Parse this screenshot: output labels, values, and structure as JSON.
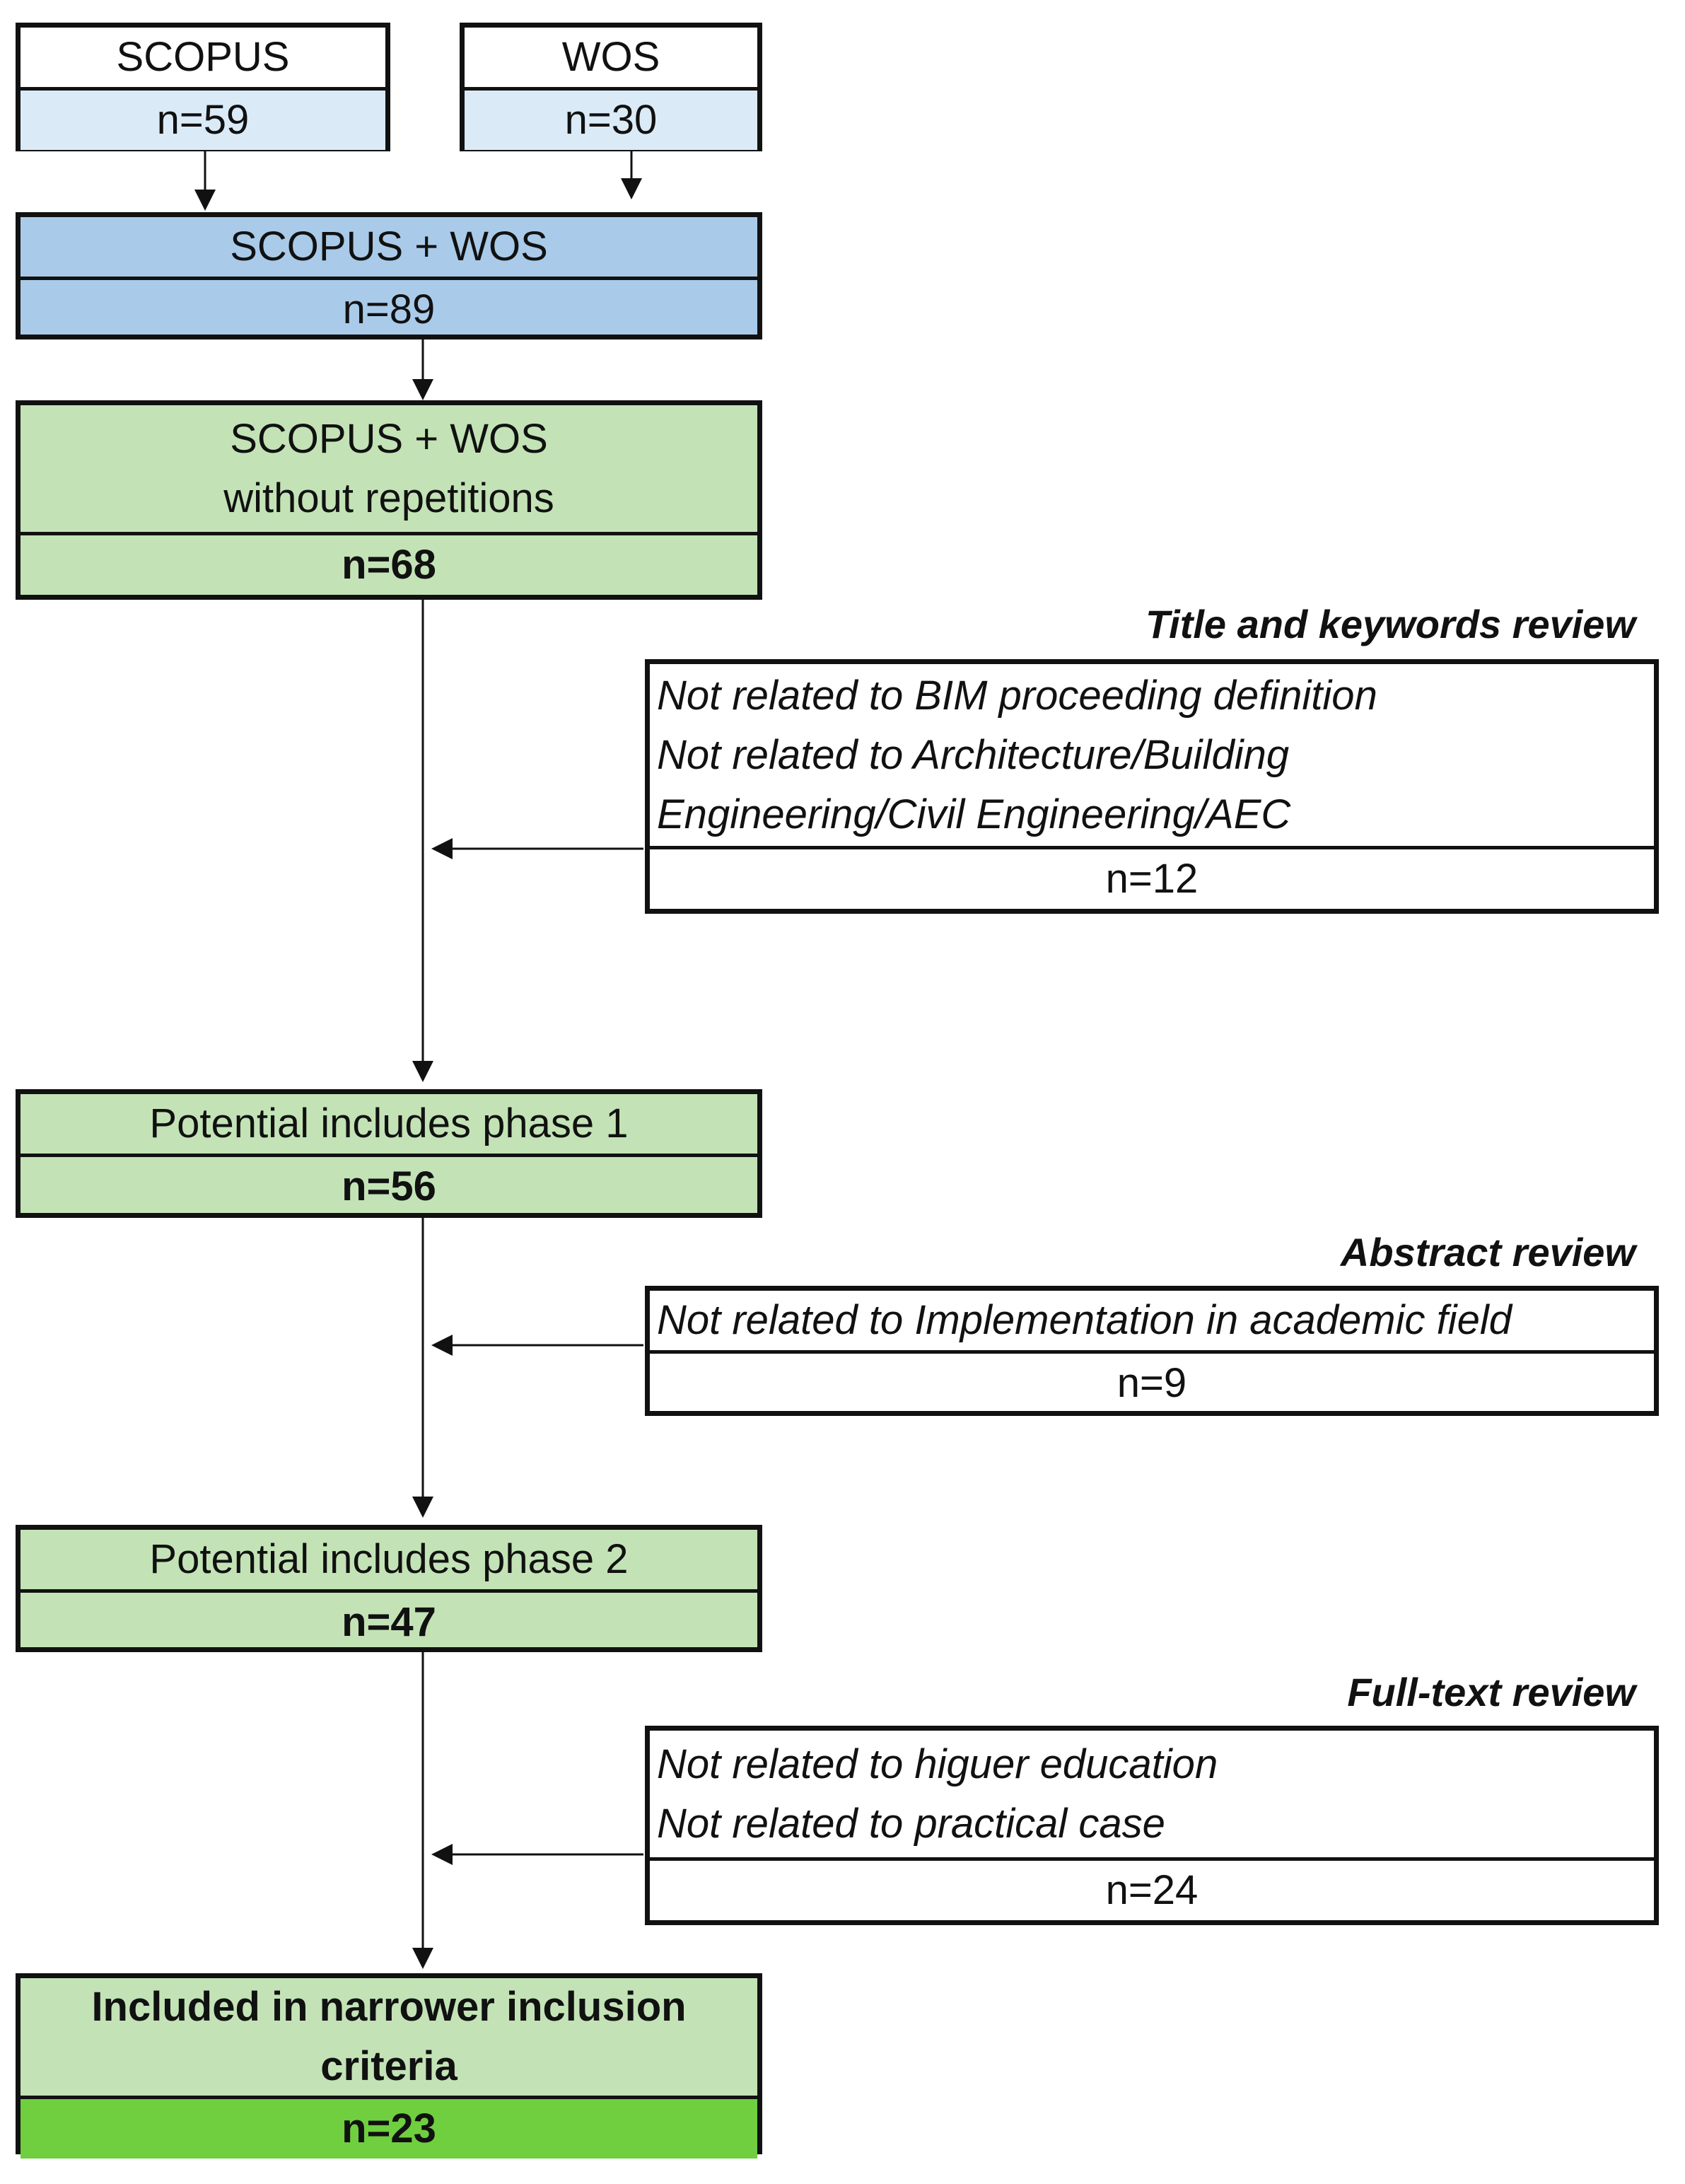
{
  "sources": {
    "scopus": {
      "label": "SCOPUS",
      "count": "n=59"
    },
    "wos": {
      "label": "WOS",
      "count": "n=30"
    }
  },
  "combined": {
    "label": "SCOPUS + WOS",
    "count": "n=89"
  },
  "dedup": {
    "label_line1": "SCOPUS + WOS",
    "label_line2": "without repetitions",
    "count": "n=68"
  },
  "phase1": {
    "label": "Potential includes phase 1",
    "count": "n=56"
  },
  "phase2": {
    "label": "Potential includes phase 2",
    "count": "n=47"
  },
  "final": {
    "label_line1": "Included in narrower inclusion",
    "label_line2": "criteria",
    "count": "n=23"
  },
  "exclusions": [
    {
      "title": "Title and keywords review",
      "reasons": [
        "Not related to BIM proceeding definition",
        "Not related to Architecture/Building",
        "Engineering/Civil Engineering/AEC"
      ],
      "count": "n=12"
    },
    {
      "title": "Abstract review",
      "reasons": [
        "Not related to Implementation in academic field"
      ],
      "count": "n=9"
    },
    {
      "title": "Full-text review",
      "reasons": [
        "Not related to higuer education",
        "Not related to practical case"
      ],
      "count": "n=24"
    }
  ],
  "colors": {
    "source_fill": "#dbeaf7",
    "combined_fill": "#a9cbe9",
    "stage_fill": "#c3e3b6",
    "final_count_fill": "#6fcf3f",
    "line": "#111111"
  }
}
